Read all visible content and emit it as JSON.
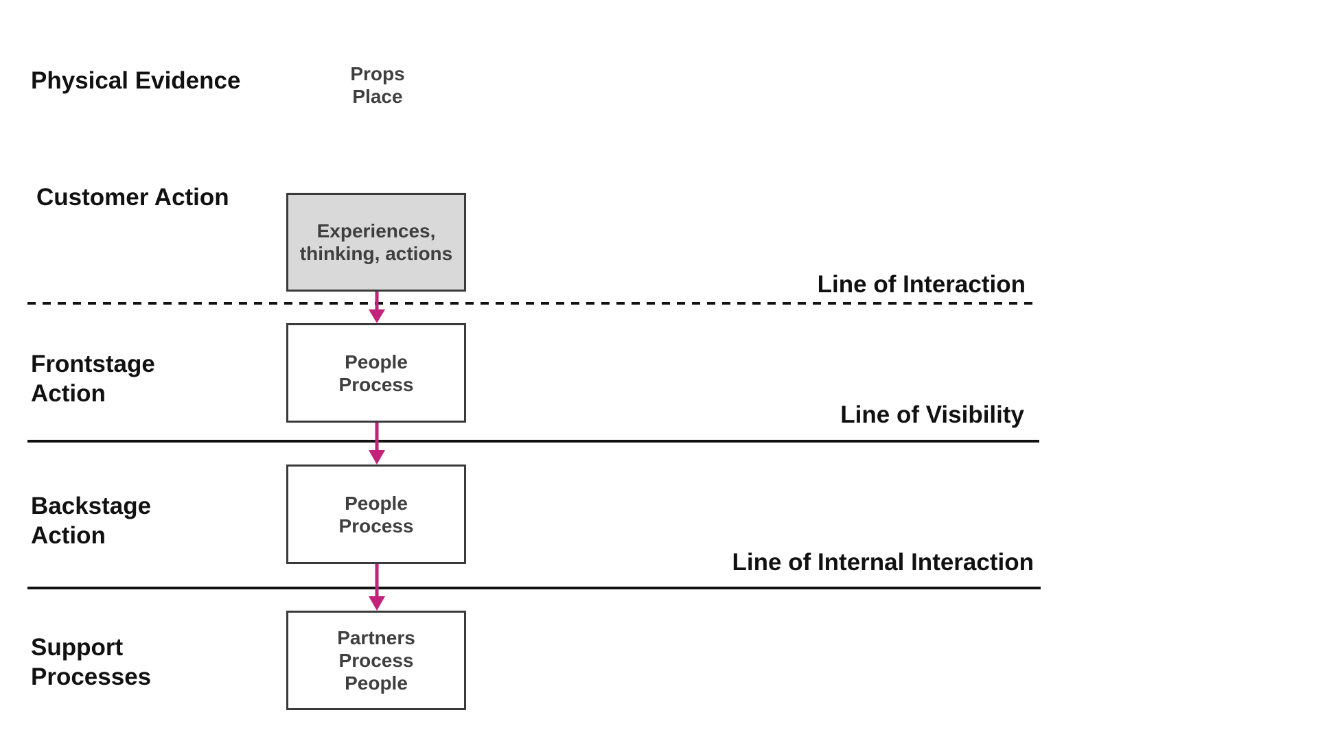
{
  "lanes": {
    "physical_evidence": {
      "label": "Physical Evidence",
      "items": [
        "Props",
        "Place"
      ]
    },
    "customer_action": {
      "label": "Customer Action",
      "box_lines": [
        "Experiences,",
        "thinking, actions"
      ]
    },
    "frontstage_action": {
      "label_lines": [
        "Frontstage",
        "Action"
      ],
      "box_lines": [
        "People",
        "Process"
      ]
    },
    "backstage_action": {
      "label_lines": [
        "Backstage",
        "Action"
      ],
      "box_lines": [
        "People",
        "Process"
      ]
    },
    "support_processes": {
      "label_lines": [
        "Support",
        "Processes"
      ],
      "box_lines": [
        "Partners",
        "Process",
        "People"
      ]
    }
  },
  "lines": {
    "interaction": "Line of Interaction",
    "visibility": "Line of Visibility",
    "internal_interaction": "Line of Internal Interaction"
  },
  "colors": {
    "arrow": "#c2227a",
    "line": "#111111",
    "box_border": "#3a3a3a",
    "shaded_box": "#d9d9d9"
  }
}
